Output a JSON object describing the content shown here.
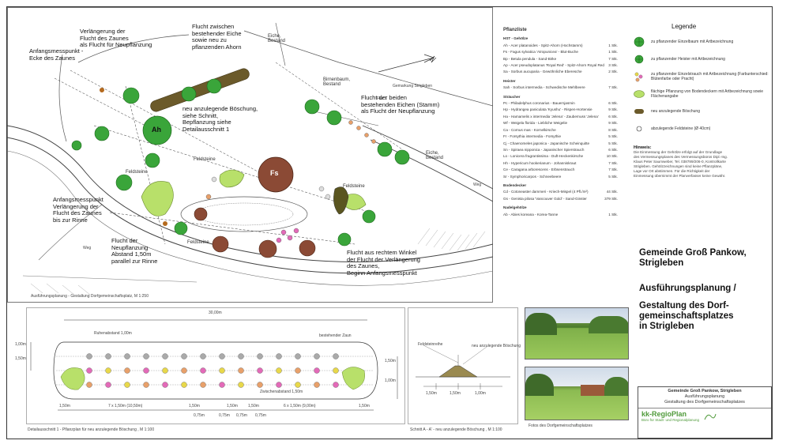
{
  "plan": {
    "caption": "Ausführungsplanung - Gestaltung Dorfgemeinschaftsplatz, M 1:250",
    "labels": {
      "fs": "Fs",
      "ah": "Ah",
      "eiche_bestand_1": "Eiche,\nBestand",
      "eiche_bestand_2": "Eiche,\nBestand",
      "birnbaum": "Birnenbaum,\nBestand",
      "feldsteine_1": "Feldsteine",
      "feldsteine_2": "Feldsteine",
      "feldsteine_3": "Feldsteine",
      "feldsteine_4": "Feldsteine",
      "weg_1": "Weg",
      "weg_2": "Weg",
      "flur": "Flur 1",
      "ortsteil": "Gemarkung Strigleben"
    },
    "annotations": {
      "anfangsmesspunkt_zaun": "Anfangsmesspunkt -\nEcke des Zaunes",
      "verlaengerung_zaun": "Verlängerung der\nFlucht des Zaunes\nals Flucht für Neupflanzung",
      "flucht_eiche_ahorn": "Flucht zwischen\nbestehender Eiche\nsowie neu zu\npflanzenden Ahorn",
      "boeschung": "neu anzulegende Böschung,\nsiehe Schnitt,\nBepflanzung siehe\nDetailausschnitt 1",
      "flucht_eichen": "Flucht der beiden\nbestehenden Eichen (Stamm)\nals Flucht der Neupflanzung",
      "anfangsmesspunkt_rinne": "Anfangsmesspunkt\nVerlängerung der\nFlucht des Zaunes\nbis zur Rinne",
      "flucht_rinne": "Flucht der\nNeupflanzung\nAbstand 1,50m\nparallel zur Rinne",
      "rechter_winkel": "Flucht aus rechtem Winkel\nder Flucht der Verlängerung\ndes Zaunes,\nBeginn Anfangsmesspunkt"
    }
  },
  "detail": {
    "caption": "Detailausschnitt 1 - Pflanzplan für neu anzulegende Böschung , M 1:100",
    "dim_total": "30,00m",
    "ruhe": "Ruhenabstand 1,00m",
    "zaun": "bestehender Zaun",
    "zwischen": "Zwischenabstand 1,50m",
    "dims": {
      "left_h1": "1,00m",
      "left_h2": "1,50m",
      "right_h1": "1,50m",
      "right_h2": "1,00m",
      "b1": "1,50m",
      "b2": "7 x 1,50m (10,50m)",
      "b3": "1,50m",
      "b4": "1,50m",
      "b5": "1,50m",
      "b6": "6 x 1,50m (9,00m)",
      "b7": "1,50m",
      "s1": "0,75m",
      "s2": "0,75m",
      "s3": "0,75m",
      "s4": "0,75m"
    }
  },
  "section": {
    "caption": "Schnitt A - A' - neu anzulegende Böschung , M 1:100",
    "d1": "1,50m",
    "d2": "1,50m",
    "d3": "1,00m",
    "note1": "Feldsteinreihe",
    "note2": "neu anzulegende Böschung"
  },
  "photos": {
    "caption": "Fotos des Dorfgemeinschaftsplatzes"
  },
  "plant_list": {
    "title": "Pflanzliste",
    "groups": [
      {
        "name": "HST - Gehölze",
        "items": [
          {
            "t": "Ah - Acer platanoides - Spitz-Ahorn (Hochstamm)",
            "n": "1 Stk."
          },
          {
            "t": "Fs - Fagus sylvatica 'Atropunicea' - Blut-Buche",
            "n": "1 Stk."
          },
          {
            "t": "Bp - Betula pendula - Sand-Birke",
            "n": "7 Stk."
          },
          {
            "t": "Ap - Acer pseudoplatanus 'Royal Red' - Spitz-Ahorn Royal Red",
            "n": "3 Stk."
          },
          {
            "t": "Sa - Sorbus aucuparia - Gewöhnliche Eberesche",
            "n": "2 Stk."
          }
        ]
      },
      {
        "name": "Heister",
        "items": [
          {
            "t": "Sah - Sorbus intermedia - Schwedische Mehlbeere",
            "n": "7 Stk."
          }
        ]
      },
      {
        "name": "Sträucher",
        "items": [
          {
            "t": "Pc - Philadelphus coronarius - Bauernjasmin",
            "n": "6 Stk."
          },
          {
            "t": "Hp - Hydrangea paniculata 'Kyushu' - Rispen-Hortensie",
            "n": "9 Stk."
          },
          {
            "t": "Ha - Hamamelis x intermedia 'Jelena' - Zaubernuss 'Jelena'",
            "n": "6 Stk."
          },
          {
            "t": "Wf - Weigela florida - Liebliche Weigelie",
            "n": "9 Stk."
          },
          {
            "t": "Ca - Cornus mas - Kornelkirsche",
            "n": "8 Stk."
          },
          {
            "t": "Fr - Forsythia intermedia - Forsythie",
            "n": "5 Stk."
          },
          {
            "t": "Cj - Chaenomeles japonica - Japanische Scheinquitte",
            "n": "5 Stk."
          },
          {
            "t": "Sn - Spiraea nipponica - Japanischer Spierstrauch",
            "n": "6 Stk."
          },
          {
            "t": "Lo - Lonicera fragrantissima - Duft-Heckenkirsche",
            "n": "10 Stk."
          },
          {
            "t": "Hh - Hypericum hookerianum - Johanniskraut",
            "n": "7 Stk."
          },
          {
            "t": "Ce - Caragana arborescens - Erbsenstrauch",
            "n": "7 Stk."
          },
          {
            "t": "Sr - Symphoricarpos - Schneebeere",
            "n": "5 Stk."
          }
        ]
      },
      {
        "name": "Bodendecker",
        "items": [
          {
            "t": "Cd - Cotoneaster dammeri - Kriech-Mispel (4 Pfl./m²)",
            "n": "44 Stk."
          },
          {
            "t": "Gs - Genista pilosa 'Vancouver Gold' - Sand-Ginster",
            "n": "379 Stk."
          }
        ]
      },
      {
        "name": "Nadelgehölze",
        "items": [
          {
            "t": "Ab - Abies koreana - Korea-Tanne",
            "n": "1 Stk."
          }
        ]
      }
    ]
  },
  "legend": {
    "title": "Legende",
    "items": [
      "zu pflanzender Einzelbaum mit Artbezeichnung",
      "zu pflanzender Heister mit Artbezeichnung",
      "zu pflanzender Einzelstrauch mit Artbezeichnung (Farbunterschied: Blütenfarbe oder Pracht)",
      "flächige Pflanzung von Bodendeckern mit Artbezeichnung sowie Flächenangabe",
      "neu anzulegende Böschung",
      "abzulegende Feldsteine (Ø 40cm)"
    ],
    "hint_title": "Hinweis:",
    "hint_text": "Die Einmessung der Gehölze erfolgt auf der Grundlage des Vermessungsplanes des Vermessungsbüros Dipl.-Ing. Klaus Peter Saumweber, Tel. 038789/206-0, Kontrollkarte Strigleben. Gehölzzeichnungen sind keine Pflanzpläne, Lage vor Ort abstimmen. Für die Richtigkeit der Einmessung übernimmt der Planverfasser keine Gewähr."
  },
  "title": {
    "municipality": "Gemeinde Groß Pankow,\nStrigleben",
    "phase": "Ausführungsplanung /",
    "project": "Gestaltung des Dorf-\ngemeinschaftsplatzes\nin Strigleben"
  },
  "title_block": {
    "line1": "Gemeinde Groß Pankow, Strigleben",
    "line2": "Ausführungsplanung",
    "line3": "Gestaltung des Dorfgemeinschaftsplatzes",
    "company": "kk-RegioPlan",
    "company_sub": "Büro für Stadt- und Regionalplanung"
  },
  "colors": {
    "tree_green": "#3aa53a",
    "tree_brown": "#8b4a35",
    "boeschung": "#b8e06a",
    "hedge": "#6b5a2a",
    "accent_green": "#4f9a3a"
  }
}
